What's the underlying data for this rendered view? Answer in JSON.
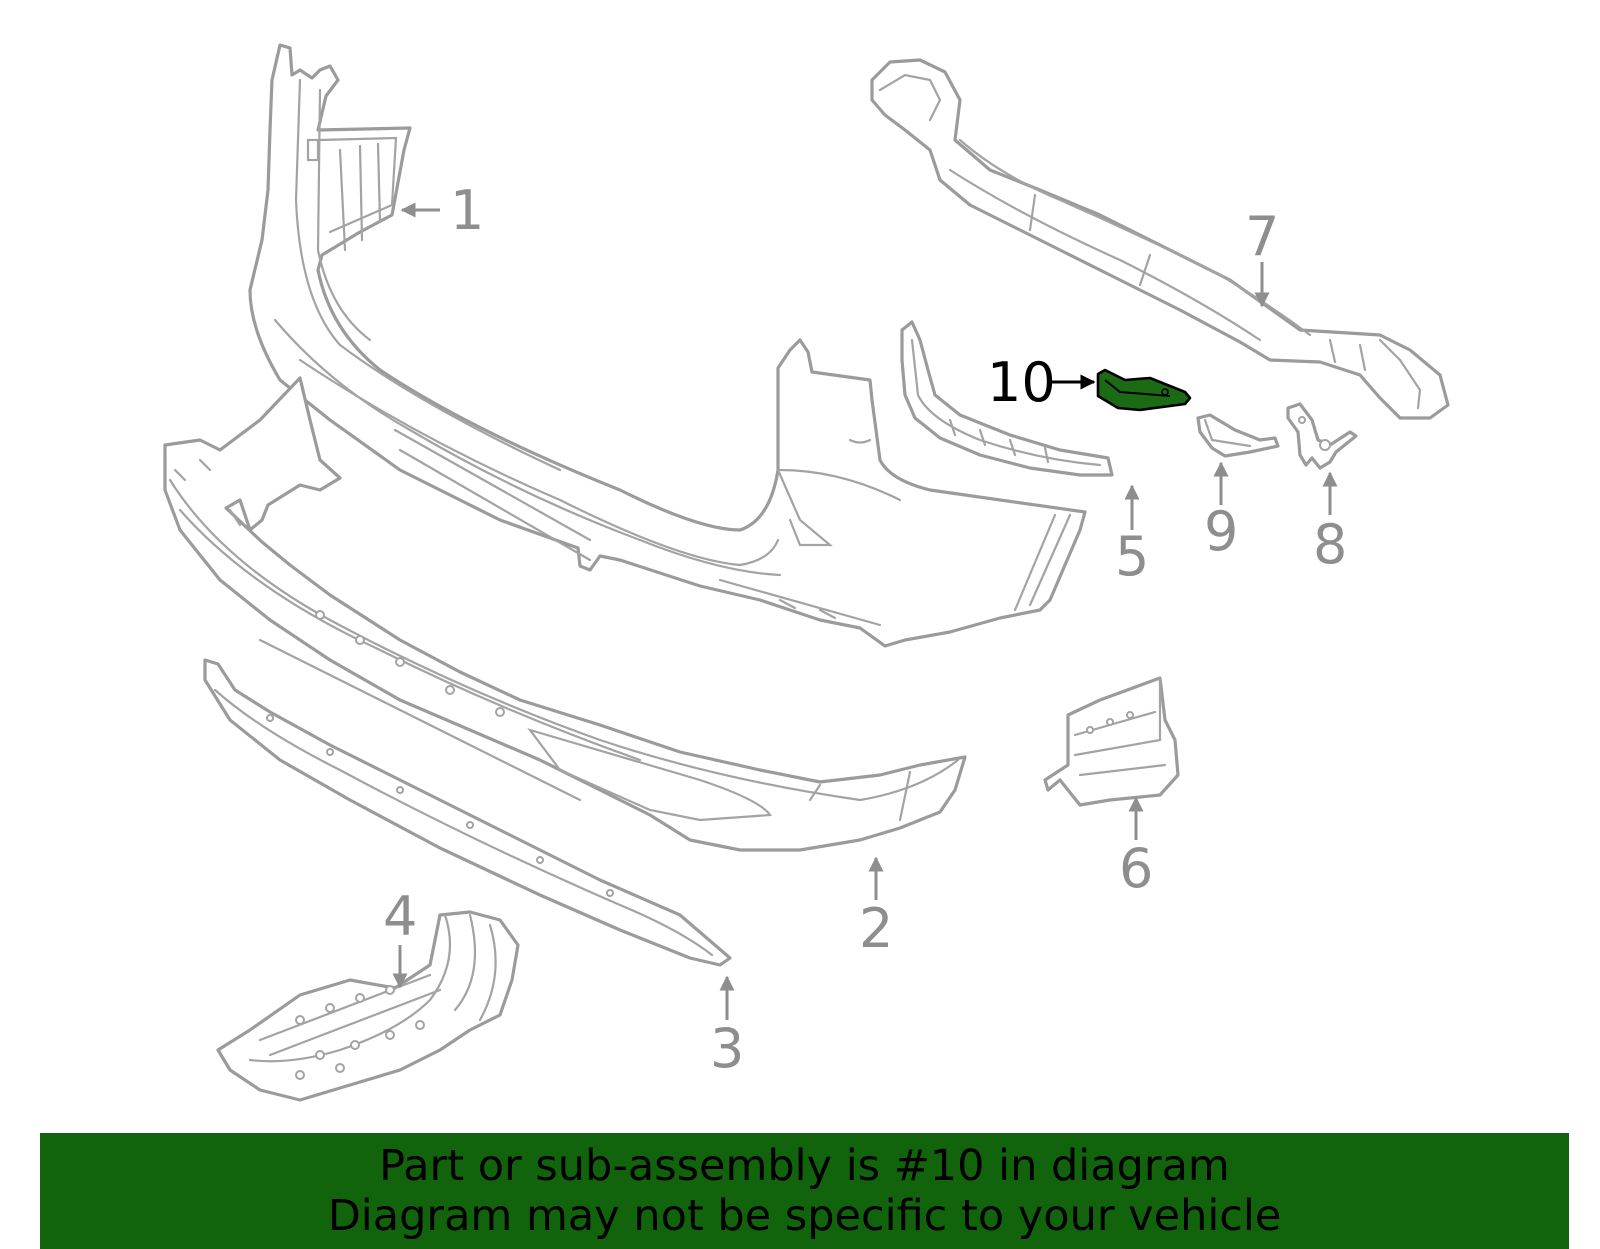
{
  "diagram": {
    "highlight_color": "#1b6b14",
    "line_color": "#9b9b9b",
    "highlighted_part": "10",
    "callouts": [
      {
        "id": "c1",
        "number": "1"
      },
      {
        "id": "c2",
        "number": "2"
      },
      {
        "id": "c3",
        "number": "3"
      },
      {
        "id": "c4",
        "number": "4"
      },
      {
        "id": "c5",
        "number": "5"
      },
      {
        "id": "c6",
        "number": "6"
      },
      {
        "id": "c7",
        "number": "7"
      },
      {
        "id": "c8",
        "number": "8"
      },
      {
        "id": "c9",
        "number": "9"
      },
      {
        "id": "c10",
        "number": "10"
      }
    ]
  },
  "banner": {
    "background": "#11640b",
    "line1": "Part or sub-assembly is #10 in diagram",
    "line2": "Diagram may not be specific to your vehicle"
  }
}
